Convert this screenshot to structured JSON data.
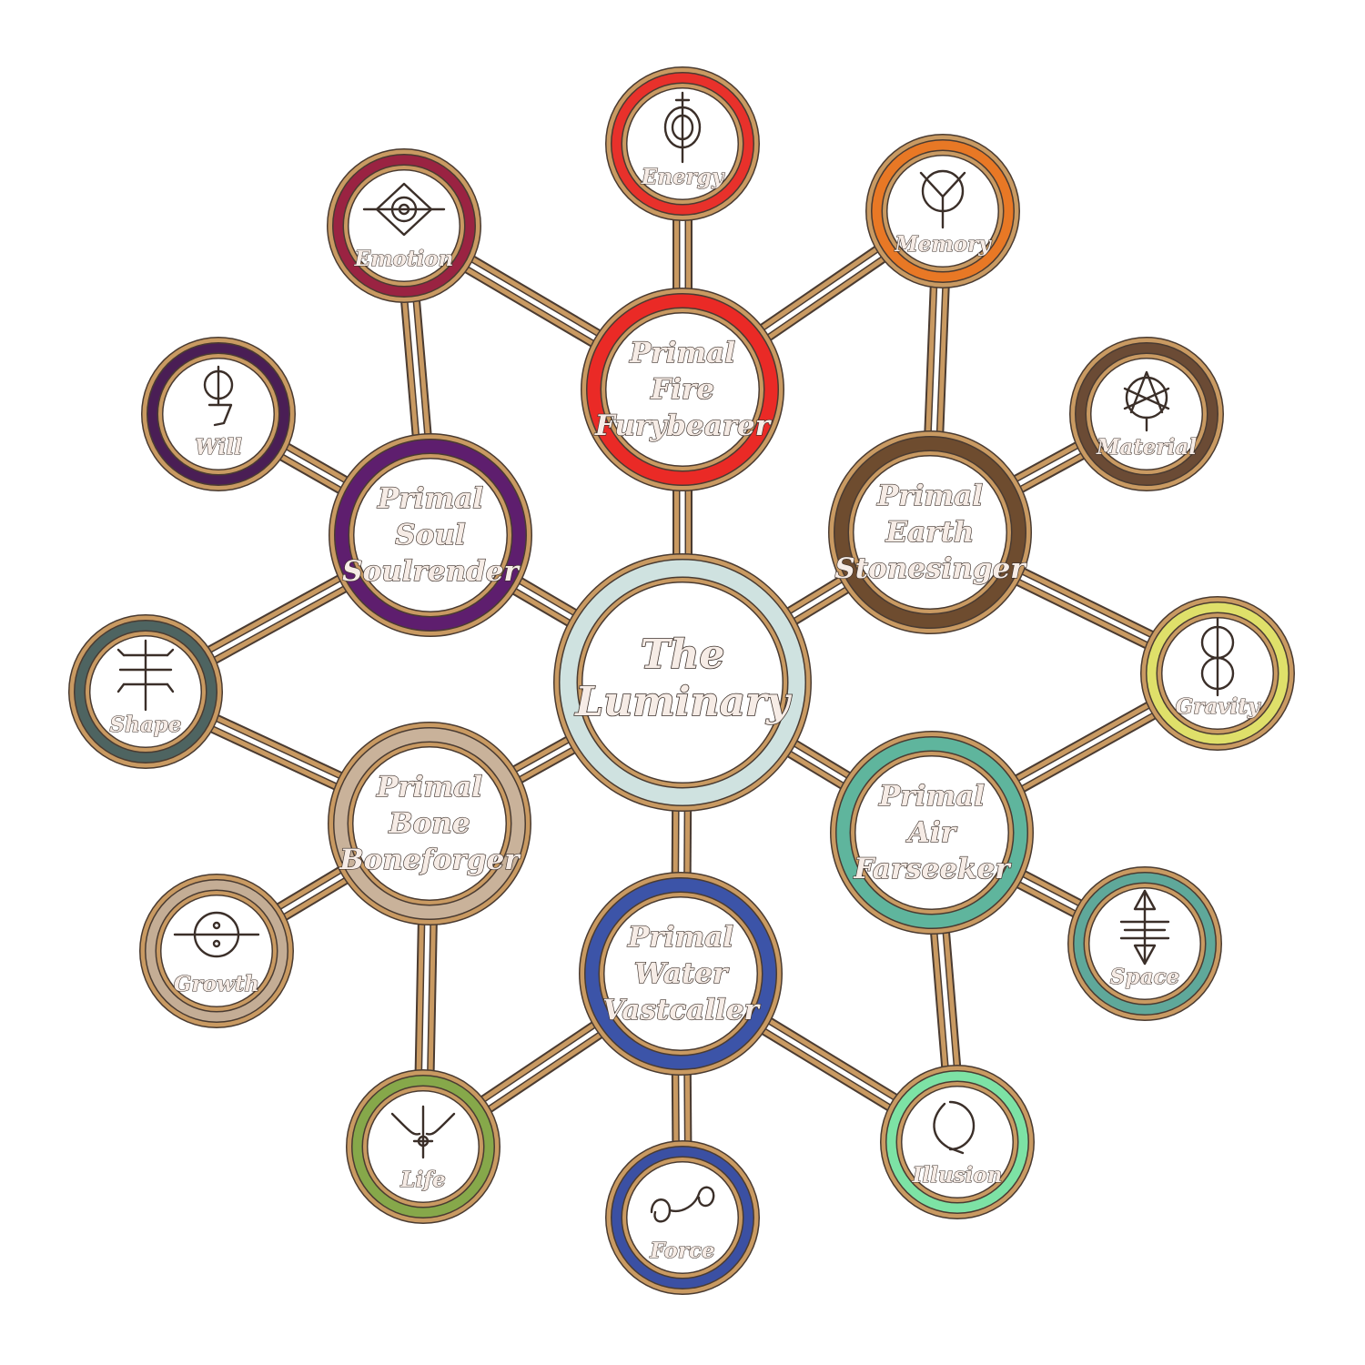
{
  "center": {
    "label_lines": [
      "The",
      "Luminary"
    ],
    "color": "#cfe2e0"
  },
  "hubs": [
    {
      "id": "fire",
      "label_lines": [
        "Primal",
        "Fire",
        "Furybearer"
      ],
      "color": "#ea2a26"
    },
    {
      "id": "earth",
      "label_lines": [
        "Primal",
        "Earth",
        "Stonesinger"
      ],
      "color": "#6e4c2f"
    },
    {
      "id": "air",
      "label_lines": [
        "Primal",
        "Air",
        "Farseeker"
      ],
      "color": "#5fb59d"
    },
    {
      "id": "water",
      "label_lines": [
        "Primal",
        "Water",
        "Vastcaller"
      ],
      "color": "#3c54a8"
    },
    {
      "id": "bone",
      "label_lines": [
        "Primal",
        "Bone",
        "Boneforger"
      ],
      "color": "#c9b29a"
    },
    {
      "id": "soul",
      "label_lines": [
        "Primal",
        "Soul",
        "Soulrender"
      ],
      "color": "#5e1e6e"
    }
  ],
  "aspects": [
    {
      "id": "energy",
      "label": "Energy",
      "color": "#e8312b",
      "icon": "energy-sigil-icon"
    },
    {
      "id": "memory",
      "label": "Memory",
      "color": "#e87825",
      "icon": "memory-sigil-icon"
    },
    {
      "id": "material",
      "label": "Material",
      "color": "#6b4b35",
      "icon": "material-sigil-icon"
    },
    {
      "id": "gravity",
      "label": "Gravity",
      "color": "#dfe06a",
      "icon": "gravity-sigil-icon"
    },
    {
      "id": "space",
      "label": "Space",
      "color": "#5fa89a",
      "icon": "space-sigil-icon"
    },
    {
      "id": "illusion",
      "label": "Illusion",
      "color": "#7de2a5",
      "icon": "illusion-sigil-icon"
    },
    {
      "id": "force",
      "label": "Force",
      "color": "#3b50a3",
      "icon": "force-sigil-icon"
    },
    {
      "id": "life",
      "label": "Life",
      "color": "#86a84a",
      "icon": "life-sigil-icon"
    },
    {
      "id": "growth",
      "label": "Growth",
      "color": "#c4ad95",
      "icon": "growth-sigil-icon"
    },
    {
      "id": "shape",
      "label": "Shape",
      "color": "#4e6461",
      "icon": "shape-sigil-icon"
    },
    {
      "id": "will",
      "label": "Will",
      "color": "#4a1e55",
      "icon": "will-sigil-icon"
    },
    {
      "id": "emotion",
      "label": "Emotion",
      "color": "#9a2342",
      "icon": "emotion-sigil-icon"
    }
  ],
  "connections": [
    [
      "center",
      "fire"
    ],
    [
      "center",
      "earth"
    ],
    [
      "center",
      "air"
    ],
    [
      "center",
      "water"
    ],
    [
      "center",
      "bone"
    ],
    [
      "center",
      "soul"
    ],
    [
      "fire",
      "energy"
    ],
    [
      "fire",
      "memory"
    ],
    [
      "fire",
      "emotion"
    ],
    [
      "earth",
      "memory"
    ],
    [
      "earth",
      "material"
    ],
    [
      "earth",
      "gravity"
    ],
    [
      "air",
      "gravity"
    ],
    [
      "air",
      "space"
    ],
    [
      "air",
      "illusion"
    ],
    [
      "water",
      "illusion"
    ],
    [
      "water",
      "force"
    ],
    [
      "water",
      "life"
    ],
    [
      "bone",
      "life"
    ],
    [
      "bone",
      "growth"
    ],
    [
      "bone",
      "shape"
    ],
    [
      "soul",
      "shape"
    ],
    [
      "soul",
      "will"
    ],
    [
      "soul",
      "emotion"
    ]
  ],
  "palette": {
    "frame": "#c99a62",
    "outline": "#4a3b31",
    "connector_fill": "#ffffff"
  }
}
